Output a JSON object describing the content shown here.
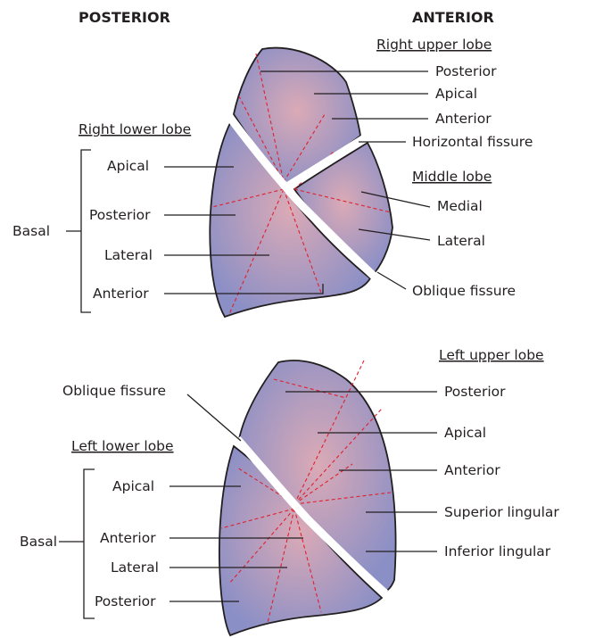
{
  "headers": {
    "posterior": "POSTERIOR",
    "anterior": "ANTERIOR"
  },
  "right_lung": {
    "upper_lobe": {
      "title": "Right upper lobe",
      "segments": [
        "Posterior",
        "Apical",
        "Anterior"
      ]
    },
    "horizontal_fissure": "Horizontal fissure",
    "middle_lobe": {
      "title": "Middle lobe",
      "segments": [
        "Medial",
        "Lateral"
      ]
    },
    "lower_lobe": {
      "title": "Right lower lobe",
      "apical": "Apical",
      "basal_group": "Basal",
      "basal_segments": [
        "Posterior",
        "Lateral",
        "Anterior"
      ]
    },
    "oblique_fissure": "Oblique fissure"
  },
  "left_lung": {
    "upper_lobe": {
      "title": "Left upper lobe",
      "segments": [
        "Posterior",
        "Apical",
        "Anterior",
        "Superior lingular",
        "Inferior lingular"
      ]
    },
    "oblique_fissure": "Oblique fissure",
    "lower_lobe": {
      "title": "Left lower lobe",
      "apical": "Apical",
      "basal_group": "Basal",
      "basal_segments": [
        "Anterior",
        "Lateral",
        "Posterior"
      ]
    }
  },
  "colors": {
    "lobe_center": "#d9aab8",
    "lobe_edge": "#8c90c4",
    "segment_line": "#e0202c",
    "outline": "#231f20"
  }
}
